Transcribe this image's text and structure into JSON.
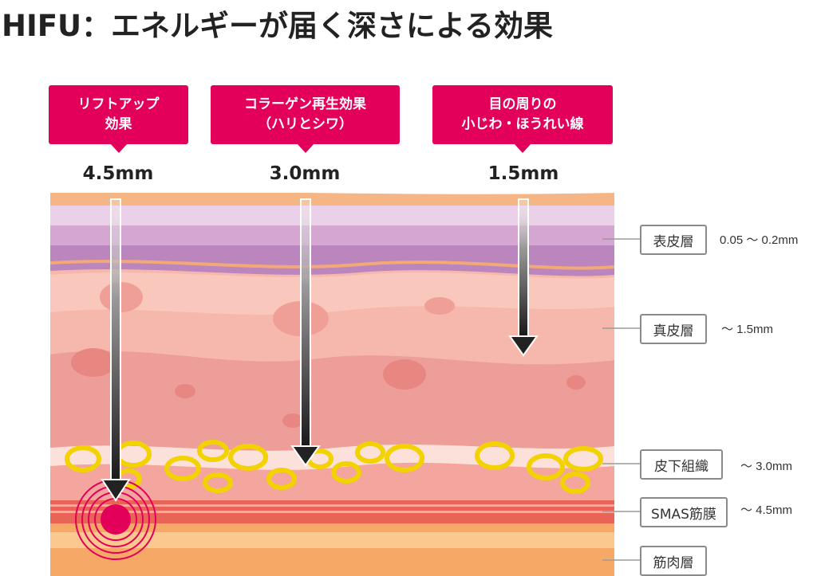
{
  "title": "HIFU：エネルギーが届く深さによる効果",
  "callouts": [
    {
      "line1": "リフトアップ",
      "line2": "効果",
      "depth": "4.5mm"
    },
    {
      "line1": "コラーゲン再生効果",
      "line2": "（ハリとシワ）",
      "depth": "3.0mm"
    },
    {
      "line1": "目の周りの",
      "line2": "小じわ・ほうれい線",
      "depth": "1.5mm"
    }
  ],
  "layers": [
    {
      "name": "表皮層",
      "range": "0.05 〜 0.2mm"
    },
    {
      "name": "真皮層",
      "range": "〜 1.5mm"
    },
    {
      "name": "皮下組織",
      "range": "〜 3.0mm"
    },
    {
      "name": "SMAS筋膜",
      "range": "〜 4.5mm"
    },
    {
      "name": "筋肉層",
      "range": ""
    }
  ],
  "colors": {
    "callout": "#e2005a",
    "epidermis": "#c895c6",
    "dermis": "#f3b0a5",
    "subcutaneous": "#fbe0d8",
    "smas": "#f07a6a",
    "muscle": "#f8b27a",
    "fat_cell": "#f2d200"
  }
}
